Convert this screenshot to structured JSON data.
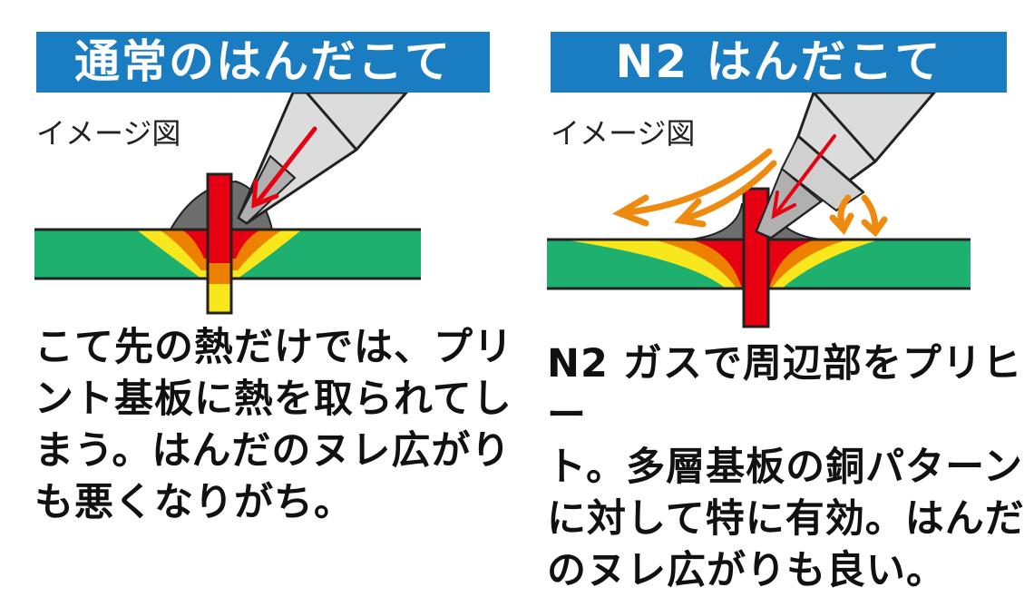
{
  "left_panel": {
    "title": "通常のはんだこて",
    "subtitle": "イメージ図",
    "description_lines": [
      "こて先の熱だけでは、プリ",
      "ント基板に熱を取られてし",
      "まう。はんだのヌレ広がり",
      "も悪くなりがち。"
    ]
  },
  "right_panel": {
    "title": "N2 はんだこて",
    "subtitle": "イメージ図",
    "description_lines": [
      "N2 ガスで周辺部をプリヒー",
      "ト。多層基板の銅パターン",
      "に対して特に有効。はんだ",
      "のヌレ広がりも良い。"
    ]
  },
  "colors": {
    "banner": "#1a7cc1",
    "board": "#1eb06e",
    "heat_red": "#e60012",
    "heat_orange": "#ee8000",
    "heat_yellow": "#f7e71c",
    "solder": "#6e6e6e",
    "iron": "#dcdcdc",
    "gas_arrow": "#ef8a10"
  }
}
